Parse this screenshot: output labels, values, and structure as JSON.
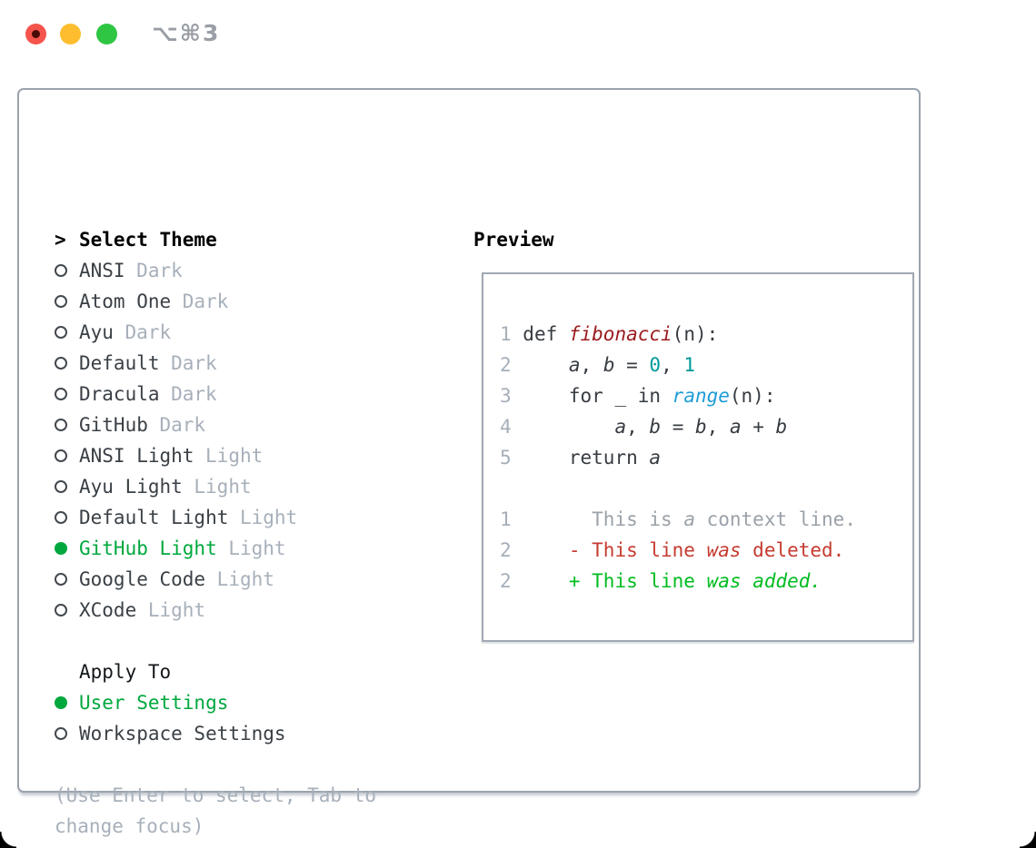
{
  "window": {
    "title": "⌥⌘3"
  },
  "theme_menu": {
    "header": {
      "marker": ">",
      "label": "Select Theme"
    },
    "items": [
      {
        "label": "ANSI",
        "variant": "Dark",
        "selected": false
      },
      {
        "label": "Atom One",
        "variant": "Dark",
        "selected": false
      },
      {
        "label": "Ayu",
        "variant": "Dark",
        "selected": false
      },
      {
        "label": "Default",
        "variant": "Dark",
        "selected": false
      },
      {
        "label": "Dracula",
        "variant": "Dark",
        "selected": false
      },
      {
        "label": "GitHub",
        "variant": "Dark",
        "selected": false
      },
      {
        "label": "ANSI Light",
        "variant": "Light",
        "selected": false
      },
      {
        "label": "Ayu Light",
        "variant": "Light",
        "selected": false
      },
      {
        "label": "Default Light",
        "variant": "Light",
        "selected": false
      },
      {
        "label": "GitHub Light",
        "variant": "Light",
        "selected": true
      },
      {
        "label": "Google Code",
        "variant": "Light",
        "selected": false
      },
      {
        "label": "XCode",
        "variant": "Light",
        "selected": false
      }
    ]
  },
  "apply_to": {
    "label": "Apply To",
    "options": [
      {
        "label": "User Settings",
        "selected": true
      },
      {
        "label": "Workspace Settings",
        "selected": false
      }
    ]
  },
  "hint": {
    "lines": [
      "(Use Enter to select, Tab to",
      "change focus)"
    ]
  },
  "preview": {
    "label": "Preview",
    "lines": [
      [
        {
          "t": "1 ",
          "s": "n"
        },
        {
          "t": "def ",
          "s": "c"
        },
        {
          "t": "fibonacci",
          "s": "f"
        },
        {
          "t": "(n):",
          "s": "c"
        }
      ],
      [
        {
          "t": "2",
          "s": "n"
        },
        {
          "t": "     ",
          "s": "c"
        },
        {
          "t": "a",
          "s": "ci"
        },
        {
          "t": ", ",
          "s": "c"
        },
        {
          "t": "b",
          "s": "ci"
        },
        {
          "t": " = ",
          "s": "c"
        },
        {
          "t": "0",
          "s": "l"
        },
        {
          "t": ", ",
          "s": "c"
        },
        {
          "t": "1",
          "s": "l"
        }
      ],
      [
        {
          "t": "3",
          "s": "n"
        },
        {
          "t": "     for _ in ",
          "s": "c"
        },
        {
          "t": "range",
          "s": "b"
        },
        {
          "t": "(n):",
          "s": "c"
        }
      ],
      [
        {
          "t": "4",
          "s": "n"
        },
        {
          "t": "         ",
          "s": "c"
        },
        {
          "t": "a",
          "s": "ci"
        },
        {
          "t": ", ",
          "s": "c"
        },
        {
          "t": "b",
          "s": "ci"
        },
        {
          "t": " = ",
          "s": "c"
        },
        {
          "t": "b",
          "s": "ci"
        },
        {
          "t": ", ",
          "s": "c"
        },
        {
          "t": "a",
          "s": "ci"
        },
        {
          "t": " + ",
          "s": "c"
        },
        {
          "t": "b",
          "s": "ci"
        }
      ],
      [
        {
          "t": "5",
          "s": "n"
        },
        {
          "t": "     return ",
          "s": "c"
        },
        {
          "t": "a",
          "s": "ci"
        }
      ],
      [],
      [
        {
          "t": "1",
          "s": "n"
        },
        {
          "t": "       This is ",
          "s": "x"
        },
        {
          "t": "a",
          "s": "xi"
        },
        {
          "t": " context line.",
          "s": "x"
        }
      ],
      [
        {
          "t": "2",
          "s": "n"
        },
        {
          "t": "     - This line ",
          "s": "d"
        },
        {
          "t": "was",
          "s": "di"
        },
        {
          "t": " deleted.",
          "s": "d"
        }
      ],
      [
        {
          "t": "2",
          "s": "n"
        },
        {
          "t": "     + This line ",
          "s": "a"
        },
        {
          "t": "was",
          "s": "ai"
        },
        {
          "t": " ",
          "s": "a"
        },
        {
          "t": "added.",
          "s": "ai"
        }
      ]
    ]
  },
  "colors": {
    "ui_selected_green": "#00a83e",
    "diff_added_green": "#00bc20",
    "diff_deleted_red": "#c53b30",
    "function_red": "#9a1b1e",
    "literal_teal": "#009999",
    "builtin_blue": "#1e9cd7",
    "text_dark": "#373c42",
    "muted_gray": "#a7b0ba",
    "panel_border": "#9aa3ad",
    "traffic_red": "#f4544c",
    "traffic_yellow": "#fdbd2e",
    "traffic_green": "#2ec643"
  }
}
